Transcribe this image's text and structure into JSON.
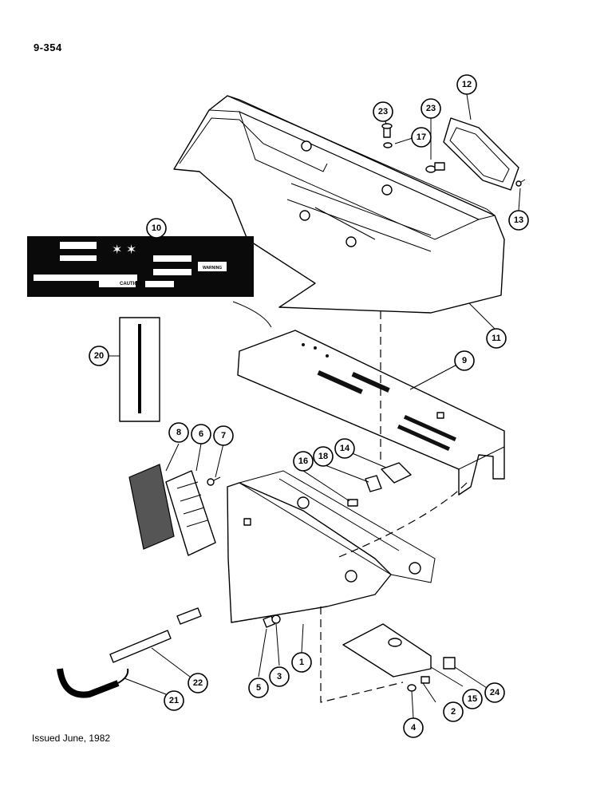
{
  "page_number": "9-354",
  "issued": "Issued June, 1982",
  "decal": {
    "warning_text": "WARNING",
    "caution_text": "CAUTION"
  },
  "callouts": [
    "1",
    "2",
    "3",
    "4",
    "5",
    "6",
    "7",
    "8",
    "9",
    "10",
    "11",
    "12",
    "13",
    "14",
    "15",
    "16",
    "17",
    "18",
    "20",
    "21",
    "22",
    "23",
    "23",
    "24"
  ]
}
